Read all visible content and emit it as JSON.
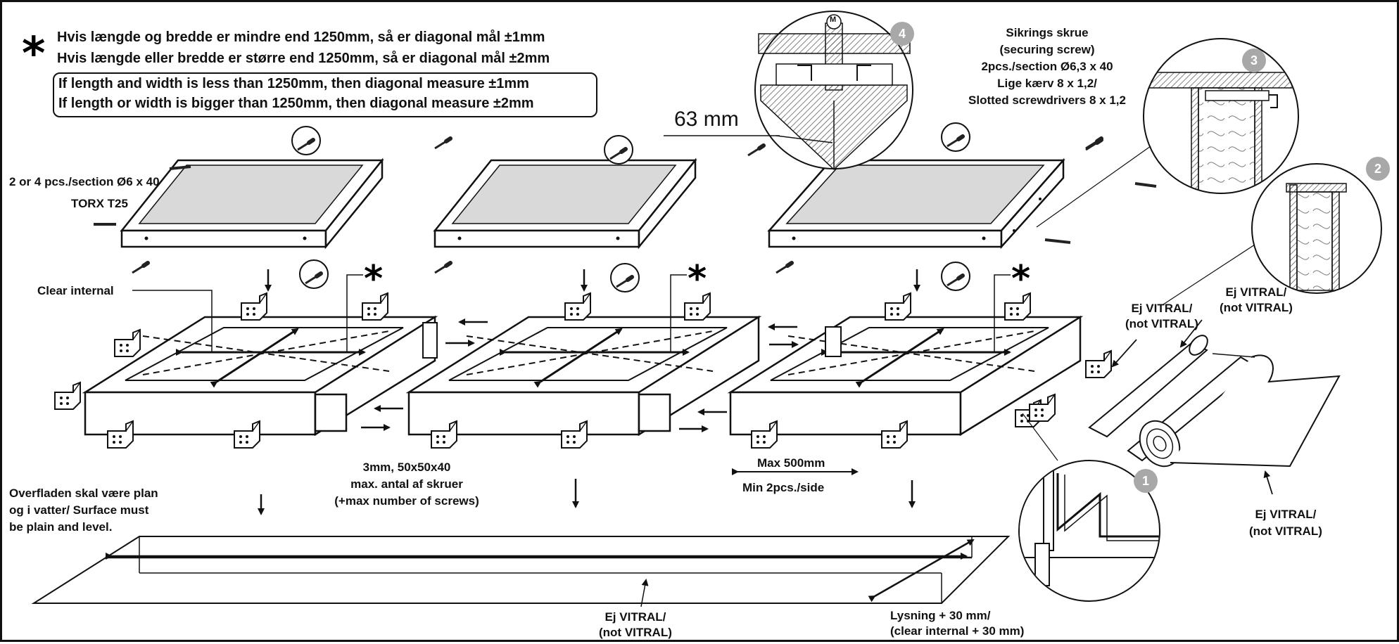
{
  "notes": {
    "asterisk": "*",
    "danish_line1": "Hvis længde og bredde er mindre end 1250mm, så er diagonal mål ±1mm",
    "danish_line2": "Hvis længde eller bredde er større end 1250mm, så er diagonal mål ±2mm",
    "english_line1": "If length and width is less than 1250mm, then diagonal measure ±1mm",
    "english_line2": "If length or width is bigger than 1250mm, then diagonal measure ±2mm"
  },
  "screws_left": {
    "line1": "2 or 4 pcs./section Ø6 x 40",
    "line2": "TORX T25"
  },
  "securing_screw": {
    "line1": "Sikrings skrue",
    "line2": "(securing screw)",
    "line3": "2pcs./section Ø6,3 x 40",
    "line4": "Lige kærv 8 x 1,2/",
    "line5": "Slotted screwdrivers 8 x 1,2"
  },
  "dimension_63": "63 mm",
  "detail_badges": {
    "d1": "1",
    "d2": "2",
    "d3": "3",
    "d4": "4",
    "motor": "M"
  },
  "clear_internal": "Clear internal",
  "bracket_spec": {
    "line1": "3mm, 50x50x40",
    "line2": "max. antal af skruer",
    "line3": "(+max number of screws)"
  },
  "spacing": {
    "max": "Max 500mm",
    "min": "Min 2pcs./side"
  },
  "surface": {
    "line1": "Overfladen skal være plan",
    "line2": "og i vatter/ Surface must",
    "line3": "be plain and level."
  },
  "not_vitral_1": {
    "line1": "Ej VITRAL/",
    "line2": "(not VITRAL)"
  },
  "not_vitral_2": {
    "line1": "Ej VITRAL/",
    "line2": "(not VITRAL)"
  },
  "not_vitral_3": {
    "line1": "Ej VITRAL/",
    "line2": "(not VITRAL)"
  },
  "not_vitral_4": {
    "line1": "Ej VITRAL/",
    "line2": "(not VITRAL)"
  },
  "opening": {
    "line1": "Lysning + 30 mm/",
    "line2": "(clear internal + 30 mm)"
  },
  "colors": {
    "ink": "#111111",
    "glass": "#d9d9d9",
    "badge": "#a8a8a8"
  }
}
